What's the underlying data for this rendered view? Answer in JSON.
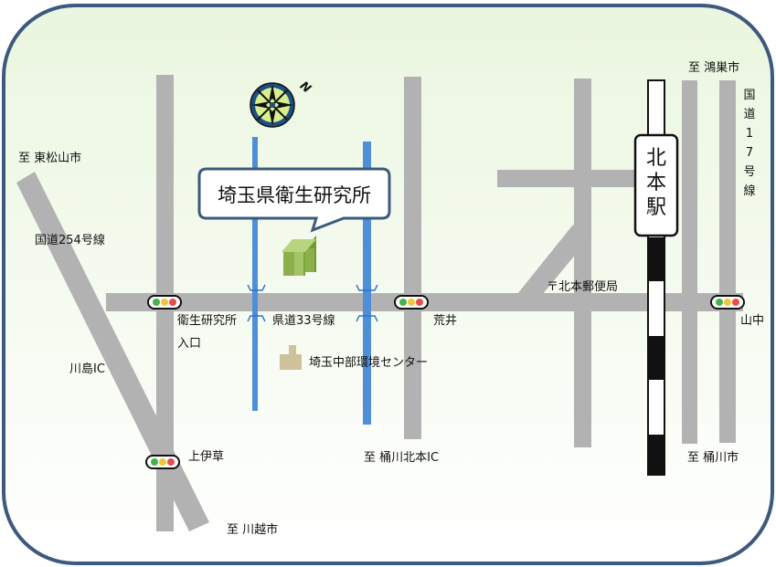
{
  "title_box": "埼玉県衛生研究所",
  "station_label": [
    "北",
    "本",
    "駅"
  ],
  "route17": [
    "国",
    "道",
    "1",
    "7",
    "号",
    "線"
  ],
  "labels": {
    "to_kounosu": "至 鴻巣市",
    "to_higashimatsuyama": "至 東松山市",
    "route254": "国道254号線",
    "post_office": "〒北本郵便局",
    "eisei_entrance_1": "衛生研究所",
    "eisei_entrance_2": "入口",
    "pref_road33": "県道33号線",
    "arai": "荒井",
    "yamanaka": "山中",
    "kawajima_ic": "川島IC",
    "env_center": "埼玉中部環境センター",
    "kamiigusa": "上伊草",
    "to_okegawa_kitamoto_ic": "至 桶川北本IC",
    "to_okegawa": "至 桶川市",
    "to_kawagoe": "至 川越市"
  },
  "compass_letter": "N",
  "colors": {
    "background_top": "#eaf6df",
    "background_bottom": "#ffffff",
    "border": "#3d5a7e",
    "road": "#b2b2b2",
    "river": "#4f8fd8",
    "building": "#8db04a",
    "env_center": "#cdc29a",
    "signal_red": "#e84d4d",
    "signal_yellow": "#f2c63a",
    "signal_green": "#43b34b"
  },
  "icons": [
    "compass-icon",
    "building-icon",
    "traffic-light-icon",
    "factory-icon"
  ]
}
